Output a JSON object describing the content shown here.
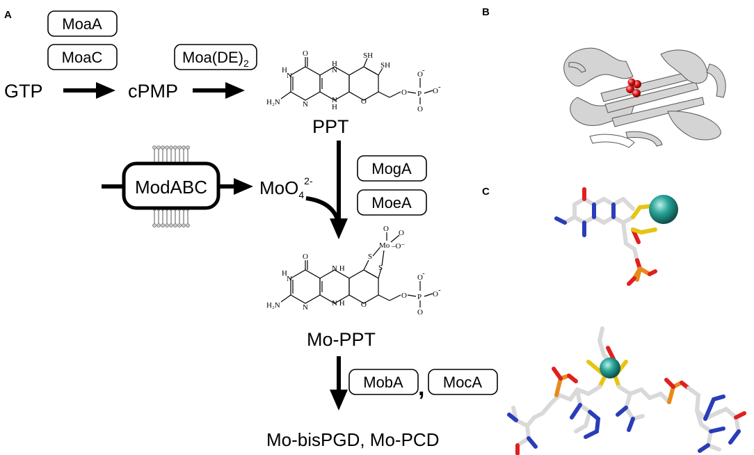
{
  "panels": {
    "a": "A",
    "b": "B",
    "c": "C"
  },
  "pathway": {
    "gtp": "GTP",
    "cpmp": "cPMP",
    "ppt": "PPT",
    "molybdate": {
      "base": "MoO",
      "sub": "4",
      "sup": "2-"
    },
    "mo_ppt": "Mo-PPT",
    "final": "Mo-bisPGD, Mo-PCD"
  },
  "enzymes": {
    "moaa": "MoaA",
    "moac": "MoaC",
    "moade": {
      "base": "Moa(DE)",
      "sub": "2"
    },
    "modabc": "ModABC",
    "moga": "MogA",
    "moea": "MoeA",
    "moba": "MobA",
    "moca": "MocA",
    "comma": ","
  },
  "chem_atoms": {
    "o": "O",
    "n": "N",
    "h": "H",
    "nh": "N H",
    "h2n": "H₂N",
    "sh": "SH",
    "s": "S",
    "mo": "Mo",
    "p": "P",
    "o_minus": "O⁻",
    "o_neg_sup": "-",
    "mo_o_minus": "–O⁻"
  },
  "colors": {
    "carbon": "#d9d9d9",
    "nitrogen": "#2a3db8",
    "oxygen": "#e02020",
    "sulfur": "#e6c414",
    "phosphorus": "#e88a1a",
    "molybdenum": "#2aa59a",
    "cartoon": "#d0d0d0"
  }
}
